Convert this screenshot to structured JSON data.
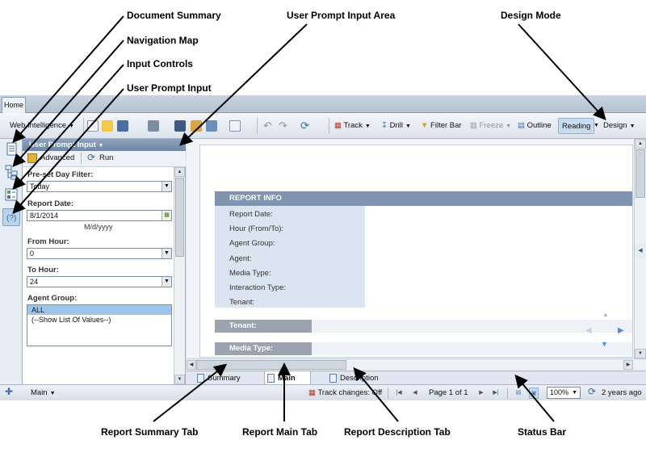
{
  "callouts": {
    "document_summary": "Document Summary",
    "navigation_map": "Navigation Map",
    "input_controls": "Input Controls",
    "user_prompt_input": "User Prompt Input",
    "user_prompt_input_area": "User Prompt Input Area",
    "design_mode": "Design Mode",
    "report_summary_tab": "Report Summary Tab",
    "report_main_tab": "Report Main Tab",
    "report_description_tab": "Report Description Tab",
    "status_bar": "Status Bar"
  },
  "home_tab": "Home",
  "toolbar": {
    "app_menu": "Web Intelligence",
    "track": "Track",
    "drill": "Drill",
    "filter_bar": "Filter Bar",
    "freeze": "Freeze",
    "outline": "Outline",
    "reading": "Reading",
    "design": "Design"
  },
  "panel": {
    "title": "User Prompt Input",
    "advanced": "Advanced",
    "run": "Run",
    "fields": {
      "preset_label": "Pre-set Day Filter:",
      "preset_value": "Today",
      "report_date_label": "Report Date:",
      "report_date_value": "8/1/2014",
      "report_date_format": "M/d/yyyy",
      "from_hour_label": "From Hour:",
      "from_hour_value": "0",
      "to_hour_label": "To Hour:",
      "to_hour_value": "24",
      "agent_group_label": "Agent Group:",
      "agent_group_options": [
        "ALL",
        "(--Show List Of Values--)"
      ]
    }
  },
  "report": {
    "info_title": "REPORT INFO",
    "rows": [
      "Report Date:",
      "Hour (From/To):",
      "Agent Group:",
      "Agent:",
      "Media Type:",
      "Interaction Type:",
      "Tenant:"
    ],
    "section_tenant": "Tenant:",
    "section_media": "Media Type:"
  },
  "report_tabs": {
    "summary": "Summary",
    "main": "Main",
    "description": "Description"
  },
  "status": {
    "main": "Main",
    "track_changes": "Track changes: Off",
    "page": "Page 1 of 1",
    "zoom": "100%",
    "refreshed": "2 years ago"
  },
  "colors": {
    "header_blue": "#7f94ae",
    "info_label_bg": "#dbe5f1",
    "selected_list": "#9fc6ea"
  }
}
